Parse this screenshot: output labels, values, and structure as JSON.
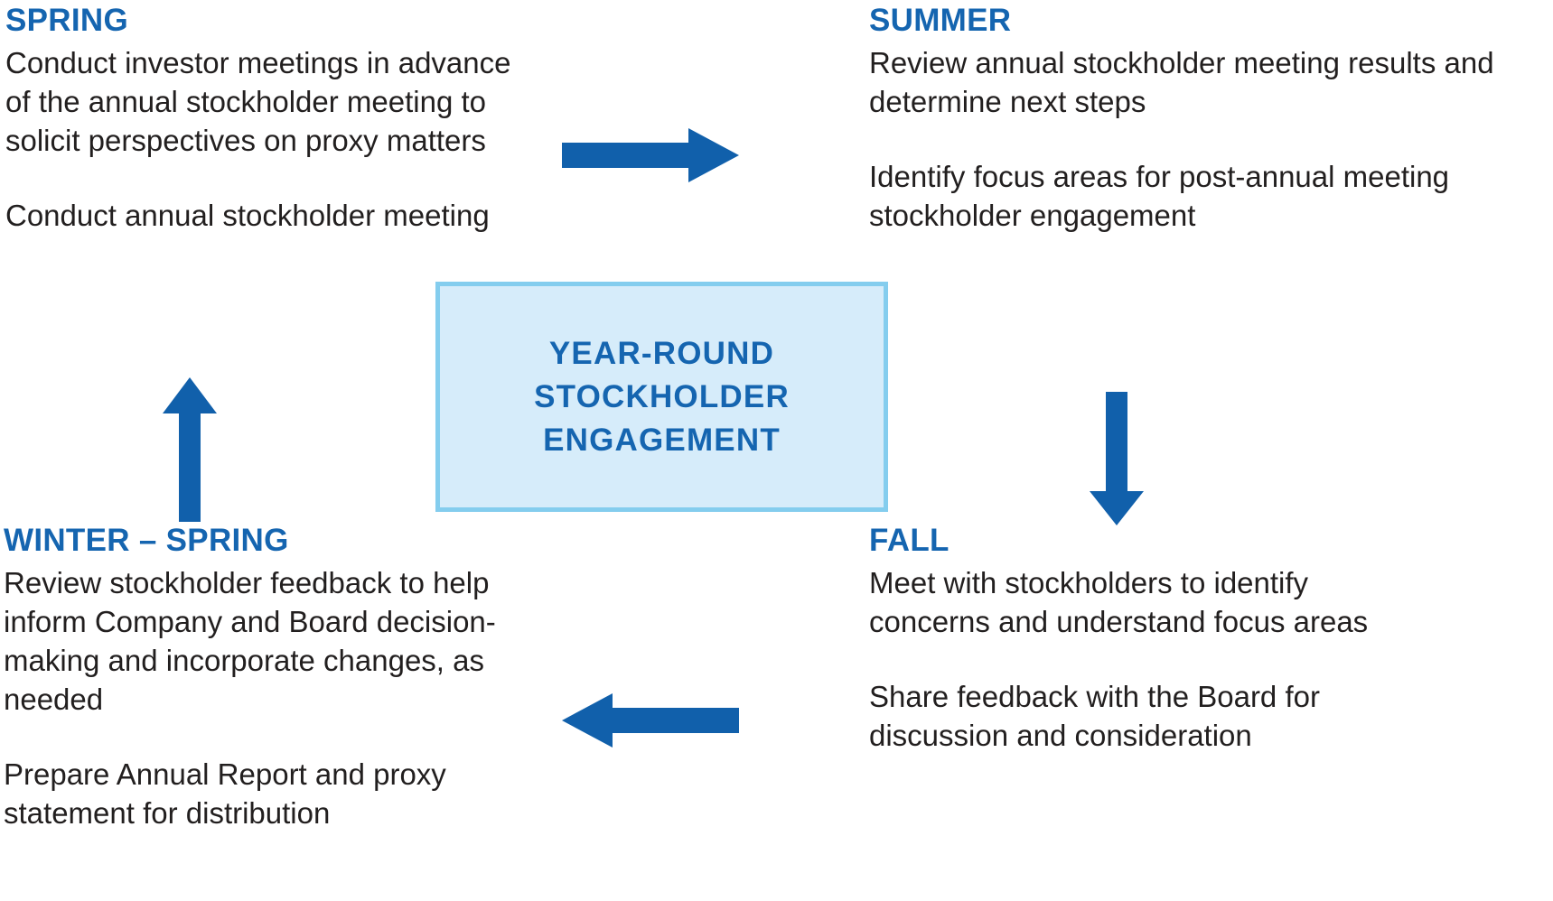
{
  "theme": {
    "accent_blue": "#1565B0",
    "arrow_blue": "#1160AB",
    "center_fill": "#d6ecfa",
    "center_border": "#84cdee",
    "body_text": "#221f1f",
    "background": "#ffffff"
  },
  "center": {
    "title": "YEAR-ROUND\nSTOCKHOLDER\nENGAGEMENT"
  },
  "quadrants": {
    "spring": {
      "heading": "SPRING",
      "paragraphs": [
        "Conduct investor meetings in advance of the annual stockholder meeting to solicit perspectives on proxy matters",
        "Conduct annual stockholder meeting"
      ]
    },
    "summer": {
      "heading": "SUMMER",
      "paragraphs": [
        "Review annual stockholder meeting results and determine next steps",
        "Identify focus areas for post-annual meeting stockholder engagement"
      ]
    },
    "fall": {
      "heading": "FALL",
      "paragraphs": [
        "Meet with stockholders to identify concerns and understand focus areas",
        "Share feedback with the Board for discussion and consideration"
      ]
    },
    "winter_spring": {
      "heading": "WINTER – SPRING",
      "paragraphs": [
        "Review stockholder feedback to help inform Company and Board decision-making and incorporate changes, as needed",
        "Prepare Annual Report and proxy statement for distribution"
      ]
    }
  },
  "arrows": [
    {
      "name": "arrow-right-icon",
      "direction": "right",
      "from": "spring",
      "to": "summer"
    },
    {
      "name": "arrow-down-icon",
      "direction": "down",
      "from": "summer",
      "to": "fall"
    },
    {
      "name": "arrow-left-icon",
      "direction": "left",
      "from": "fall",
      "to": "winter_spring"
    },
    {
      "name": "arrow-up-icon",
      "direction": "up",
      "from": "winter_spring",
      "to": "spring"
    }
  ]
}
